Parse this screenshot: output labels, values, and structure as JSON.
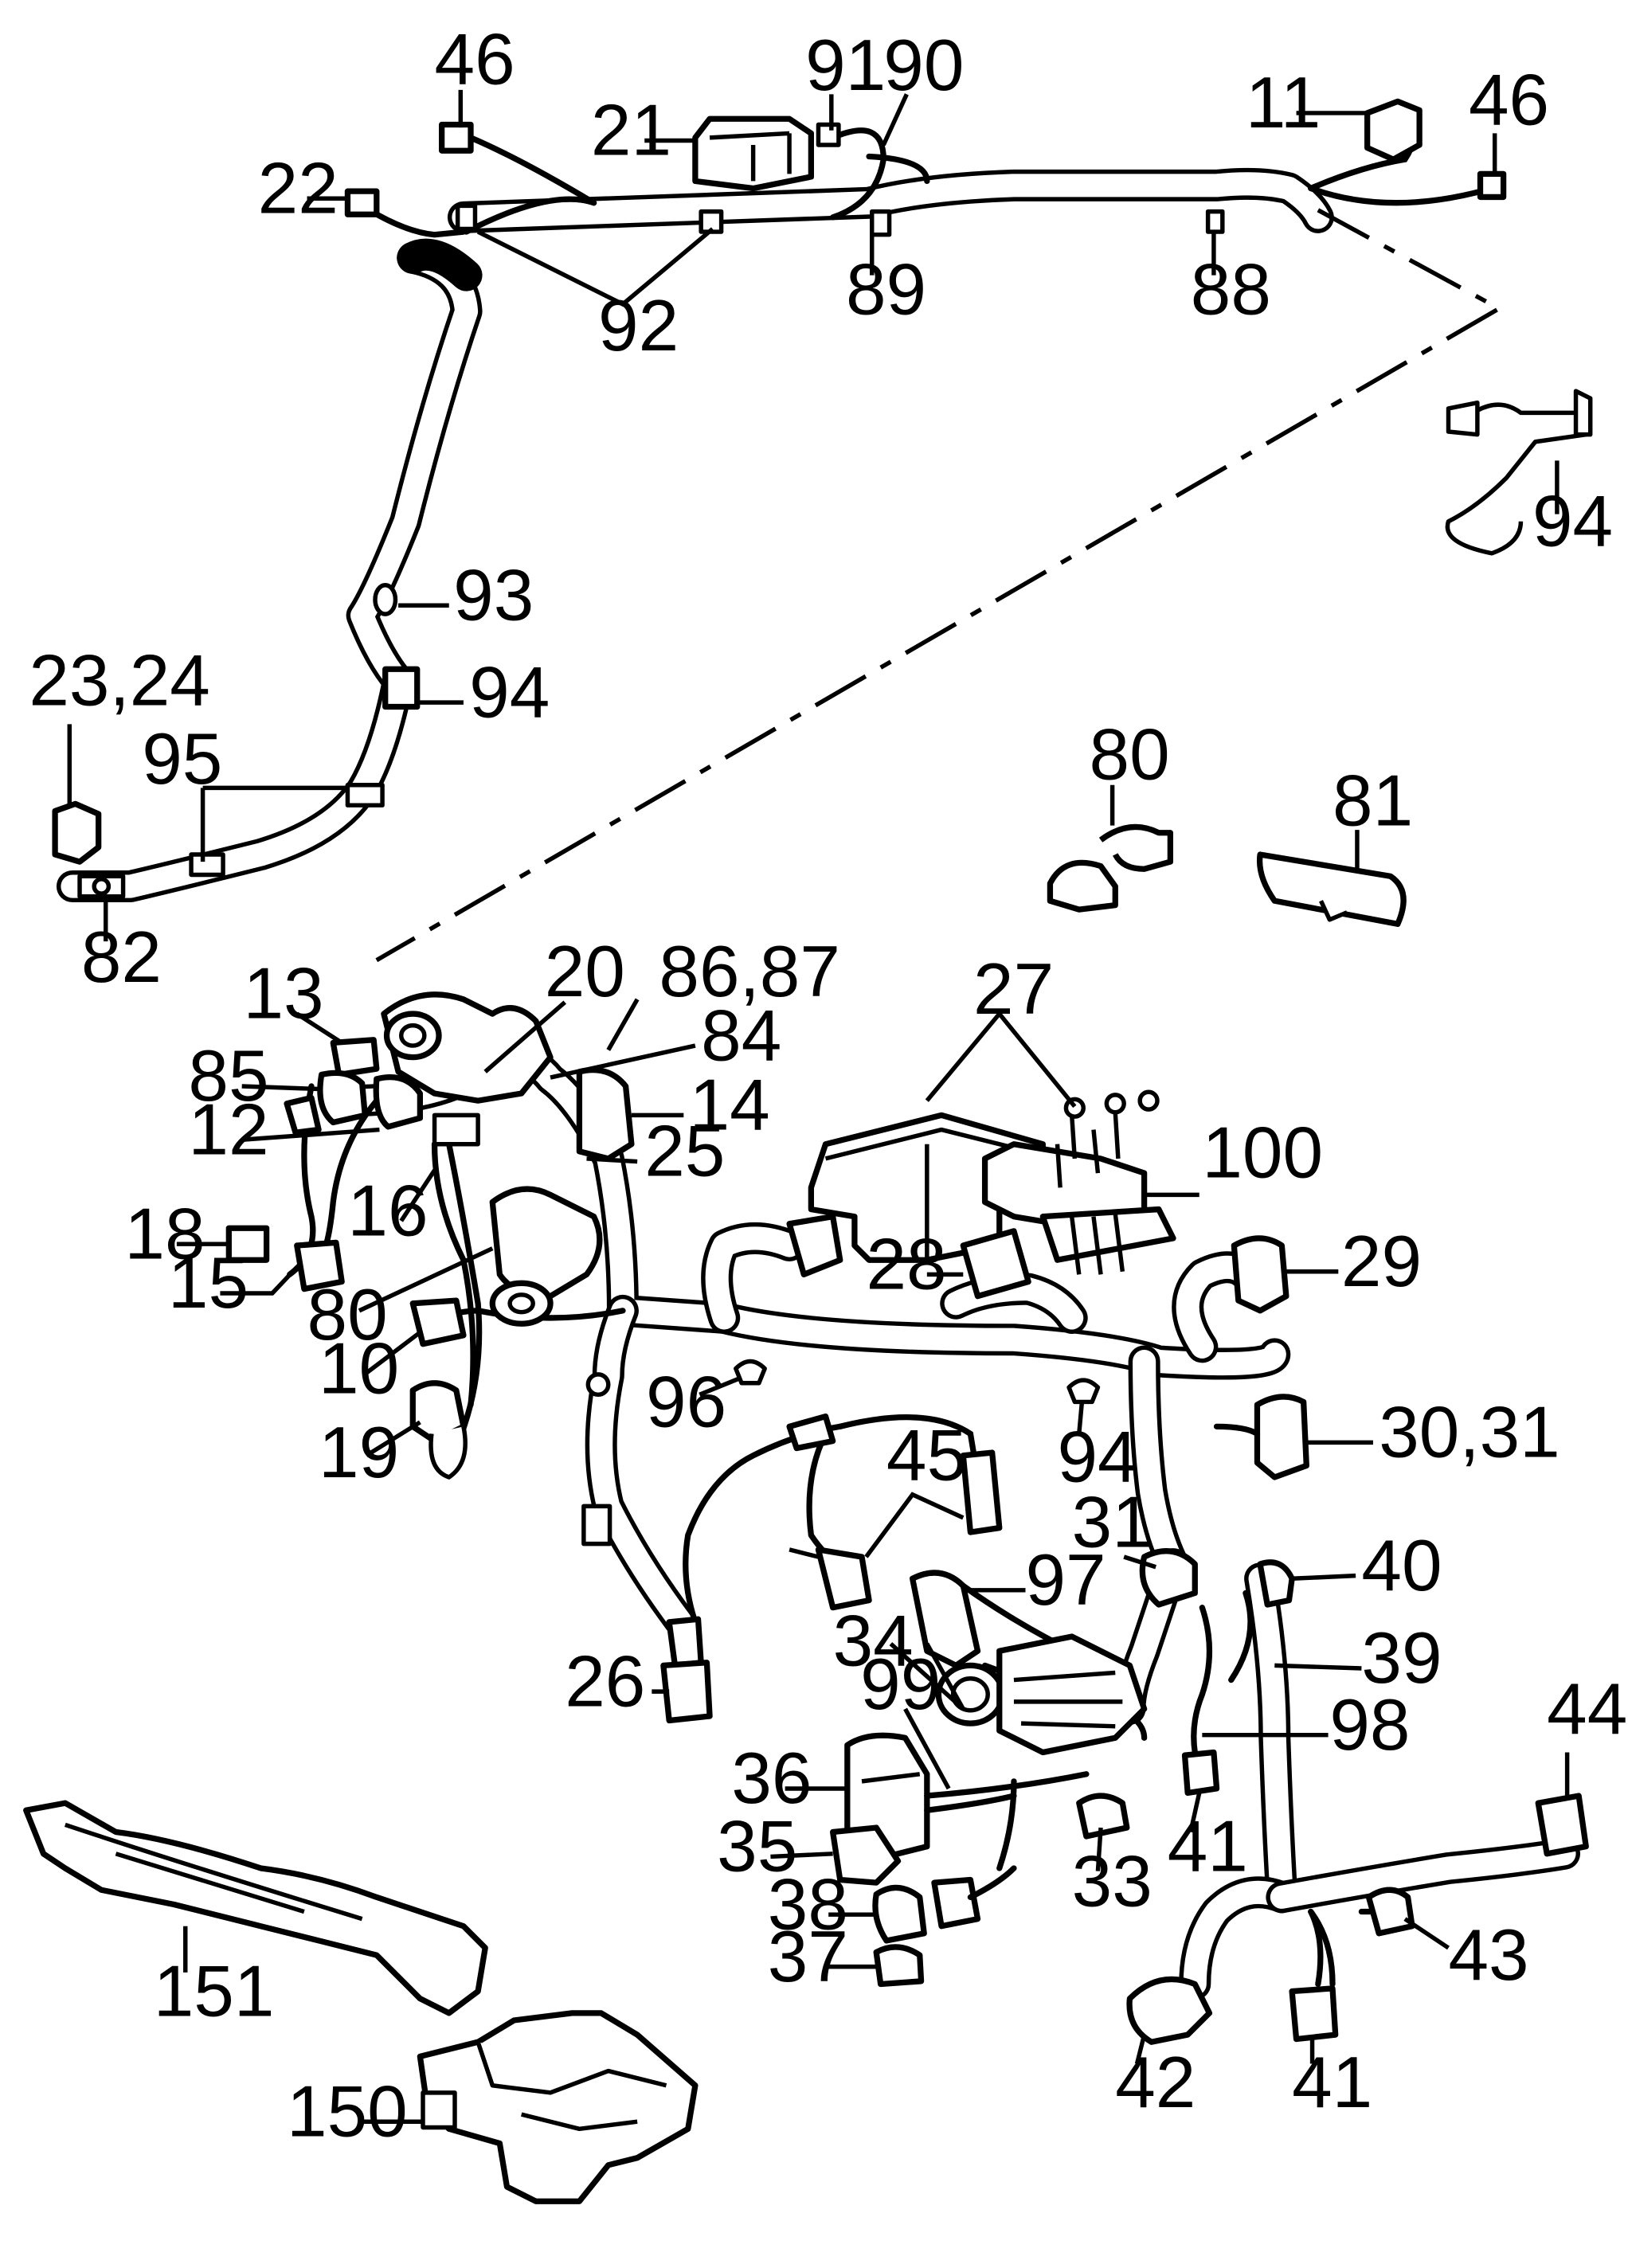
{
  "callouts": {
    "c46a": "46",
    "c91": "91",
    "c90": "90",
    "c11": "11",
    "c46b": "46",
    "c21": "21",
    "c22": "22",
    "c92": "92",
    "c89": "89",
    "c88": "88",
    "c94a": "94",
    "c93": "93",
    "c94b": "94",
    "c2324": "23,24",
    "c95": "95",
    "c82": "82",
    "c80a": "80",
    "c81": "81",
    "c13": "13",
    "c20": "20",
    "c8687": "86,87",
    "c84": "84",
    "c27": "27",
    "c85": "85",
    "c14": "14",
    "c12": "12",
    "c25": "25",
    "c100": "100",
    "c16": "16",
    "c18": "18",
    "c28": "28",
    "c29": "29",
    "c15": "15",
    "c80b": "80",
    "c10": "10",
    "c96": "96",
    "c94c": "94",
    "c3031": "30,31",
    "c19": "19",
    "c45": "45",
    "c31": "31",
    "c40": "40",
    "c97": "97",
    "c34": "34",
    "c39": "39",
    "c26": "26",
    "c99": "99",
    "c98": "98",
    "c44": "44",
    "c36": "36",
    "c41a": "41",
    "c35": "35",
    "c33": "33",
    "c38": "38",
    "c43": "43",
    "c37": "37",
    "c151": "151",
    "c42": "42",
    "c41b": "41",
    "c150": "150"
  }
}
